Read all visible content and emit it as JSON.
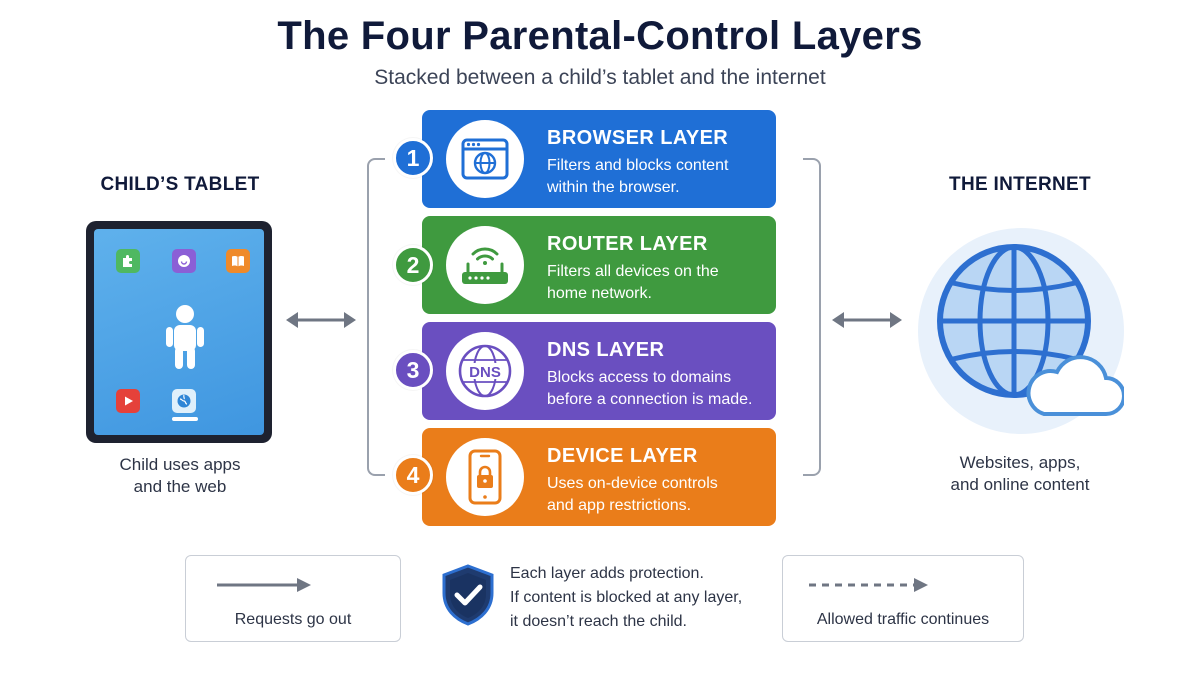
{
  "title": "The Four Parental-Control Layers",
  "subtitle": "Stacked between a child’s tablet and the internet",
  "left": {
    "label": "CHILD’S TABLET",
    "caption_line1": "Child uses apps",
    "caption_line2": "and the web"
  },
  "right": {
    "label": "THE INTERNET",
    "caption_line1": "Websites, apps,",
    "caption_line2": "and online content"
  },
  "layers": [
    {
      "number": "1",
      "name": "BROWSER LAYER",
      "desc_line1": "Filters and blocks content",
      "desc_line2": "within the browser.",
      "color": "#1f6fd6",
      "icon": "browser-globe-icon"
    },
    {
      "number": "2",
      "name": "ROUTER LAYER",
      "desc_line1": "Filters all devices on the",
      "desc_line2": "home network.",
      "color": "#3f9a3f",
      "icon": "router-icon"
    },
    {
      "number": "3",
      "name": "DNS LAYER",
      "desc_line1": "Blocks access to domains",
      "desc_line2": "before a connection is made.",
      "color": "#6a4fc0",
      "icon": "dns-globe-icon",
      "icon_text": "DNS"
    },
    {
      "number": "4",
      "name": "DEVICE LAYER",
      "desc_line1": "Uses on-device controls",
      "desc_line2": "and app restrictions.",
      "color": "#ea7d1a",
      "icon": "phone-lock-icon"
    }
  ],
  "legend": {
    "requests": "Requests go out",
    "note_line1": "Each layer adds protection.",
    "note_line2": "If content is blocked at any layer,",
    "note_line3": "it doesn’t reach the child.",
    "allowed": "Allowed traffic continues"
  }
}
